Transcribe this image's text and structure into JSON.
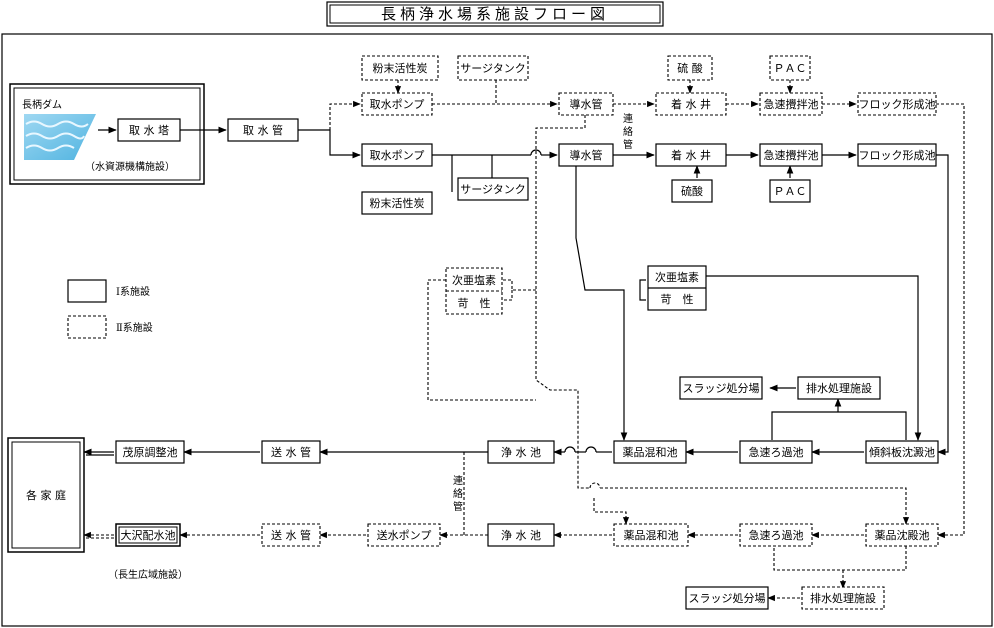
{
  "title": "長柄浄水場系施設フロー図",
  "dam": {
    "label": "長柄ダム",
    "caption": "（水資源機構施設）"
  },
  "legend": {
    "system1": "Ⅰ系施設",
    "system2": "Ⅱ系施設"
  },
  "connecting_pipe_label": "連絡管",
  "nodes": {
    "intake_tower": "取 水 塔",
    "intake_pipe": "取 水 管",
    "pump1": "取水ポンプ",
    "pump2": "取水ポンプ",
    "carbon1": "粉末活性炭",
    "carbon2": "粉末活性炭",
    "surge1": "サージタンク",
    "surge2": "サージタンク",
    "conduit1": "導水管",
    "conduit2": "導水管",
    "receiving1": "着 水 井",
    "receiving2": "着 水 井",
    "acid1": "硫酸",
    "acid2": "硫 酸",
    "mix1": "急速攪拌池",
    "mix2": "急速攪拌池",
    "pac1": "ＰＡＣ",
    "pac2": "ＰＡＣ",
    "floc1": "フロック形成池",
    "floc2": "フロック形成池",
    "hypo1": "次亜塩素",
    "caustic1": "苛　性",
    "hypo2": "次亜塩素",
    "caustic2": "苛　性",
    "sed1": "傾斜板沈澱池",
    "sed2": "薬品沈殿池",
    "drain1": "排水処理施設",
    "drain2": "排水処理施設",
    "sludge1": "スラッジ処分場",
    "sludge2": "スラッジ処分場",
    "filter1": "急速ろ過池",
    "filter2": "急速ろ過池",
    "chemmix1": "薬品混和池",
    "chemmix2": "薬品混和池",
    "clear1": "浄 水 池",
    "clear2": "浄 水 池",
    "transmit1": "送 水 管",
    "transmit2": "送 水 管",
    "transpump2": "送水ポンプ",
    "shigehara": "茂原調整池",
    "osawa": "大沢配水池",
    "osawa_caption": "（長生広域施設）",
    "homes": "各 家 庭"
  }
}
